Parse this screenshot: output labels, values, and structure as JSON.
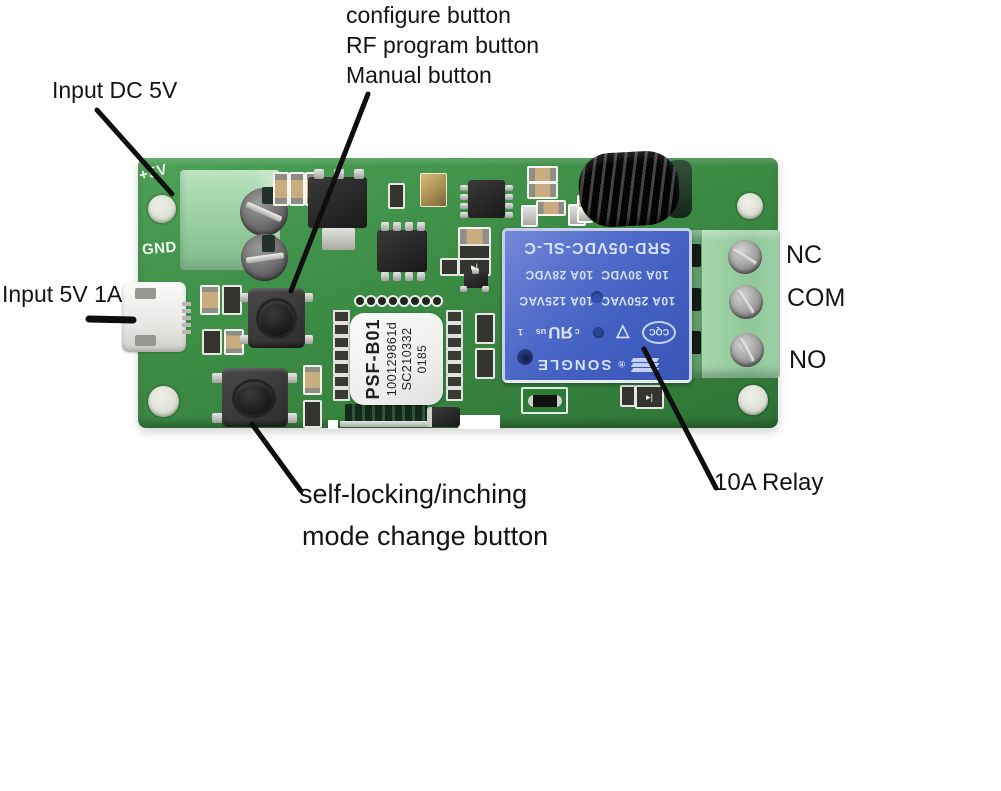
{
  "annotations": {
    "top_labels": [
      "configure button",
      "RF program button",
      "Manual button"
    ],
    "input_dc": "Input DC 5V",
    "input_5v": "Input 5V 1A",
    "terminal_labels": [
      "NC",
      "COM",
      "NO"
    ],
    "relay_label": "10A Relay",
    "mode_label_line1": "self-locking/inching",
    "mode_label_line2": "mode change button"
  },
  "board": {
    "silkscreen": {
      "power_pos": "+5V",
      "power_neg": "GND",
      "usb_plus": "+"
    },
    "wifi_module": {
      "lines": [
        "PSF-B01",
        "100129861d",
        "SC210332",
        "0185"
      ]
    },
    "relay": {
      "brand": "SONGLE",
      "reg_mark": "®",
      "cqc": "CQC",
      "triangle": "▽",
      "ul_c": "c",
      "ul": "ЯU",
      "ul_us": "us",
      "ul_1": "1",
      "rating_ac": "10A 250VAC  10A 125VAC",
      "rating_dc": "10A 30VDC  10A 28VDC",
      "model": "SRD-05VDC-SL-C"
    },
    "diode_glyph": "▸|"
  },
  "colors": {
    "pcb_green": "#3f9048",
    "terminal_green": "#9ed2a6",
    "relay_blue": "#4360c2",
    "relay_text": "#d5e2f8",
    "annotation": "#141414",
    "background": "#ffffff"
  }
}
